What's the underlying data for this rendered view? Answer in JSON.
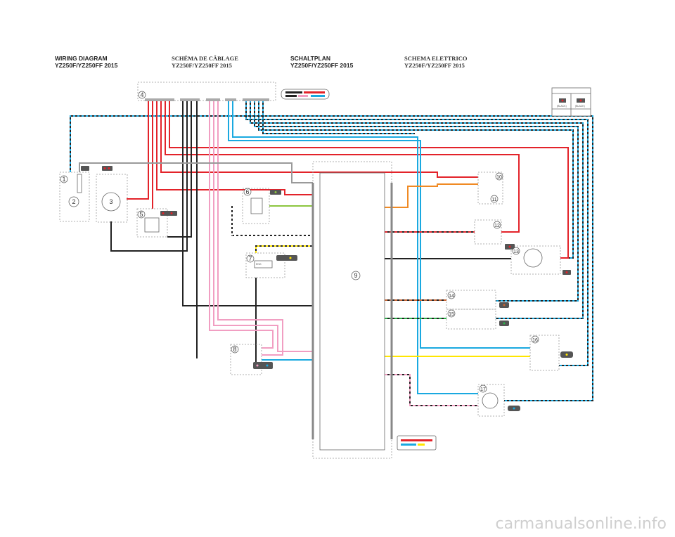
{
  "headers": [
    {
      "title": "WIRING DIAGRAM",
      "model": "YZ250F/YZ250FF 2015"
    },
    {
      "title": "SCHÉMA DE CÂBLAGE",
      "model": "YZ250F/YZ250FF 2015"
    },
    {
      "title": "SCHALTPLAN",
      "model": "YZ250F/YZ250FF 2015"
    },
    {
      "title": "SCHEMA ELETTRICO",
      "model": "YZ250F/YZ250FF 2015"
    }
  ],
  "components": [
    "1",
    "2",
    "3",
    "4",
    "5",
    "6",
    "7",
    "8",
    "9",
    "10",
    "11",
    "12",
    "13",
    "14",
    "15",
    "16",
    "17"
  ],
  "inset": {
    "left_color": "(BLACK)",
    "right_color": "(BLACK)"
  },
  "eng_label": "ENG",
  "watermark": "carmanualsonline.info",
  "wire_colors": {
    "red": "#e3232a",
    "black": "#222222",
    "pink": "#f19ec2",
    "blue": "#1aa9e0",
    "grey": "#9a9a9a",
    "green": "#8cc63f",
    "orange": "#f08a24",
    "yellow": "#ffe600"
  }
}
